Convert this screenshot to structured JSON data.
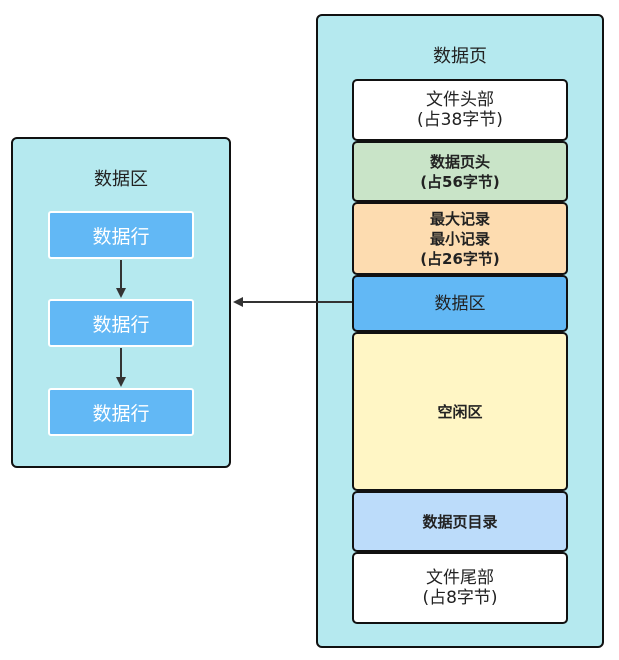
{
  "left_panel": {
    "title": "数据区",
    "rows": [
      "数据行",
      "数据行",
      "数据行"
    ]
  },
  "right_panel": {
    "title": "数据页",
    "segments": [
      {
        "lines": [
          "文件头部",
          "(占38字节)"
        ],
        "color": "#ffffff",
        "style": "normal"
      },
      {
        "lines": [
          "数据页头",
          "(占56字节)"
        ],
        "color": "#c9e4c8",
        "style": "bold"
      },
      {
        "lines": [
          "最大记录",
          "最小记录",
          "(占26字节)"
        ],
        "color": "#fddcb0",
        "style": "bold"
      },
      {
        "lines": [
          "数据区"
        ],
        "color": "#62b8f5",
        "style": "normal"
      },
      {
        "lines": [
          "空闲区"
        ],
        "color": "#fff6c5",
        "style": "bold"
      },
      {
        "lines": [
          "数据页目录"
        ],
        "color": "#bcdcfa",
        "style": "bold"
      },
      {
        "lines": [
          "文件尾部",
          "(占8字节)"
        ],
        "color": "#ffffff",
        "style": "normal"
      }
    ]
  },
  "colors": {
    "panel_bg": "#b5e9ef",
    "arrow": "#333333",
    "row_box": "#62b8f5"
  }
}
